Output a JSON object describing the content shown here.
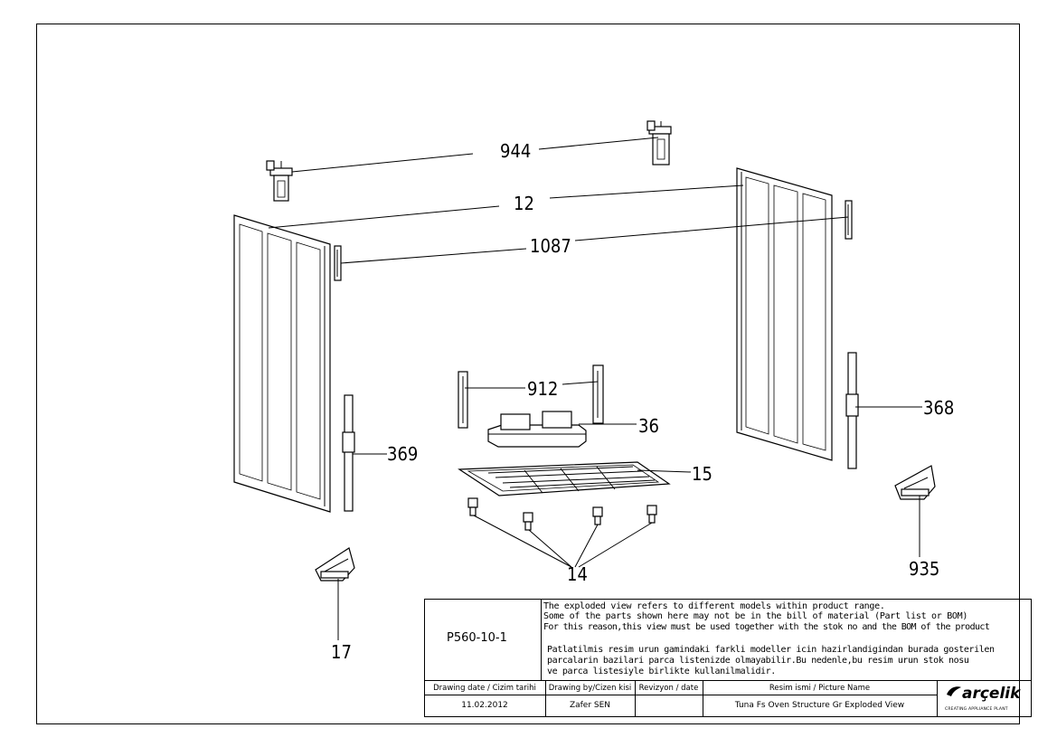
{
  "callouts": {
    "c944": "944",
    "c12": "12",
    "c1087": "1087",
    "c912": "912",
    "c36": "36",
    "c368": "368",
    "c369": "369",
    "c15": "15",
    "c14": "14",
    "c935": "935",
    "c17": "17"
  },
  "title_block": {
    "drawing_number": "P560-10-1",
    "note_en_1": "The exploded view refers to different models within product range.",
    "note_en_2": "Some of the parts shown here may not be in the bill of material (Part list or BOM)",
    "note_en_3": "For this reason,this view must be used together with the stok no and the BOM of the product",
    "note_tr_1": "Patlatilmis resim urun gamindaki farkli modeller icin hazirlandigindan burada gosterilen",
    "note_tr_2": "parcalarin bazilari parca listenizde olmayabilir.Bu nedenle,bu resim urun stok nosu",
    "note_tr_3": "ve parca listesiyle birlikte kullanilmalidir.",
    "h_date": "Drawing date / Cizim tarihi",
    "h_by": "Drawing by/Cizen kisi",
    "h_rev": "Revizyon / date",
    "h_name": "Resim ismi / Picture Name",
    "v_date": "11.02.2012",
    "v_by": "Zafer SEN",
    "v_rev": "",
    "v_name": "Tuna Fs Oven Structure Gr Exploded View",
    "logo": "arçelik",
    "slogan": "CREATING APPLIANCE PLANT"
  }
}
